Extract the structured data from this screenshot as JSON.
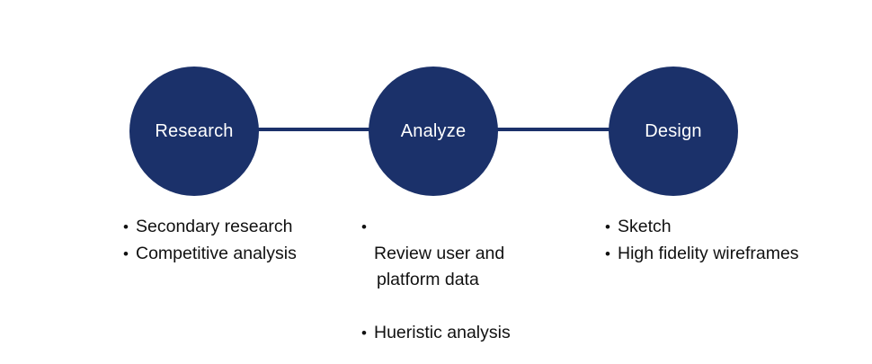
{
  "colors": {
    "accent": "#1b316a",
    "text": "#111111",
    "background": "#ffffff"
  },
  "stages": [
    {
      "label": "Research",
      "bullets": [
        "Secondary research",
        "Competitive analysis"
      ]
    },
    {
      "label": "Analyze",
      "bullets": [
        "Review user and",
        "platform data",
        "Hueristic analysis"
      ]
    },
    {
      "label": "Design",
      "bullets": [
        "Sketch",
        "High fidelity wireframes"
      ]
    }
  ]
}
